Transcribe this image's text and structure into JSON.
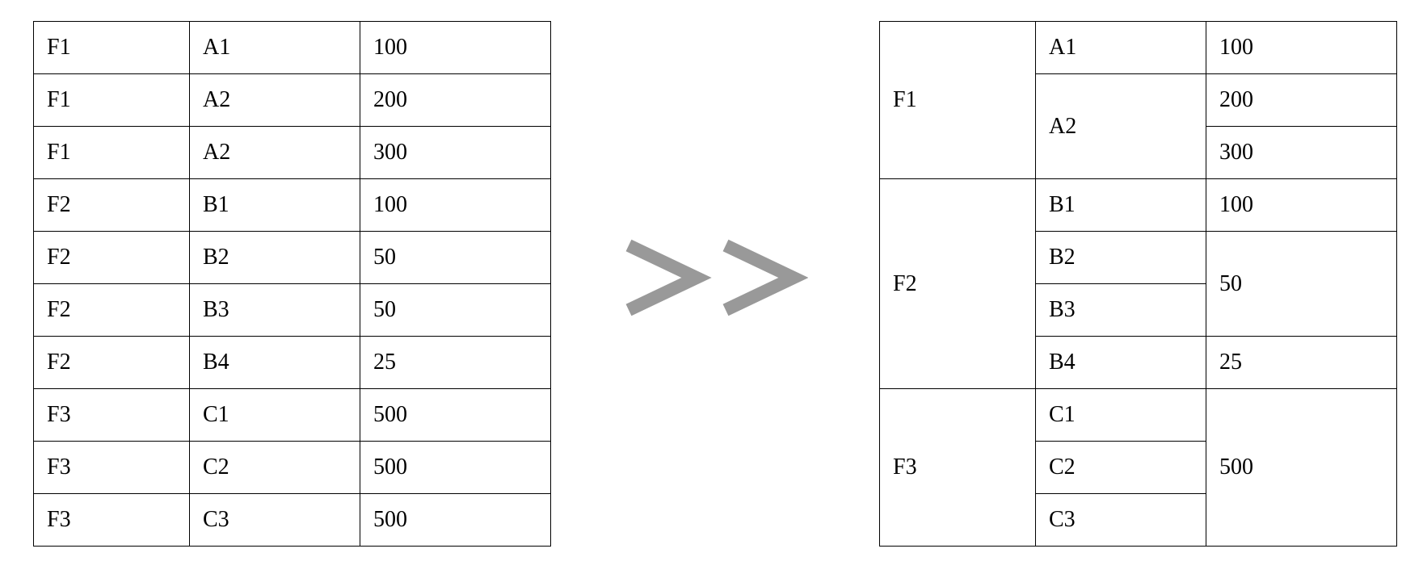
{
  "source_table": {
    "rows": [
      [
        "F1",
        "A1",
        "100"
      ],
      [
        "F1",
        "A2",
        "200"
      ],
      [
        "F1",
        "A2",
        "300"
      ],
      [
        "F2",
        "B1",
        "100"
      ],
      [
        "F2",
        "B2",
        "50"
      ],
      [
        "F2",
        "B3",
        "50"
      ],
      [
        "F2",
        "B4",
        "25"
      ],
      [
        "F3",
        "C1",
        "500"
      ],
      [
        "F3",
        "C2",
        "500"
      ],
      [
        "F3",
        "C3",
        "500"
      ]
    ]
  },
  "merged_table": {
    "rows": [
      [
        {
          "text": "F1",
          "rowspan": 3
        },
        {
          "text": "A1"
        },
        {
          "text": "100"
        }
      ],
      [
        {
          "text": "A2",
          "rowspan": 2
        },
        {
          "text": "200"
        }
      ],
      [
        {
          "text": "300"
        }
      ],
      [
        {
          "text": "F2",
          "rowspan": 4
        },
        {
          "text": "B1"
        },
        {
          "text": "100"
        }
      ],
      [
        {
          "text": "B2"
        },
        {
          "text": "50",
          "rowspan": 2
        }
      ],
      [
        {
          "text": "B3"
        }
      ],
      [
        {
          "text": "B4"
        },
        {
          "text": "25"
        }
      ],
      [
        {
          "text": "F3",
          "rowspan": 3
        },
        {
          "text": "C1"
        },
        {
          "text": "500",
          "rowspan": 3
        }
      ],
      [
        {
          "text": "C2"
        }
      ],
      [
        {
          "text": "C3"
        }
      ]
    ]
  },
  "transform_arrow": {
    "icon": "double-chevron-right-icon",
    "color": "#999999"
  }
}
